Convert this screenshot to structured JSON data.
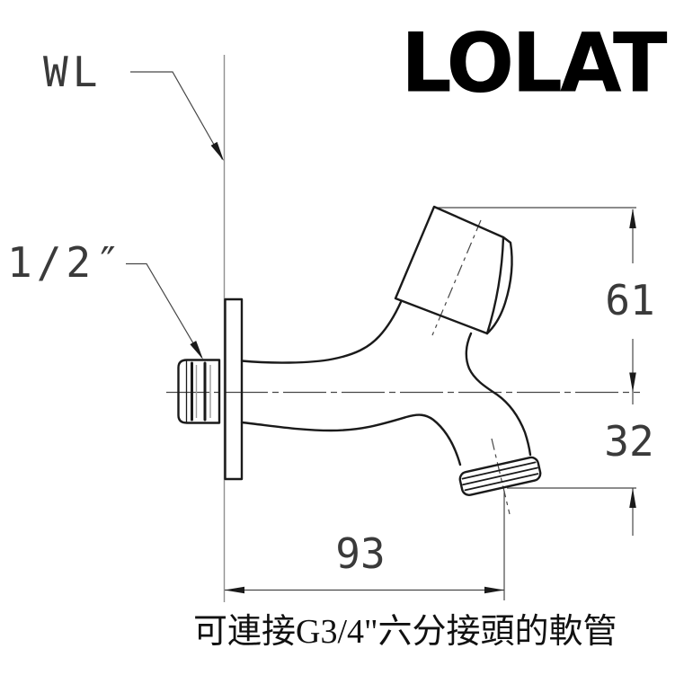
{
  "brand": {
    "logo_text": "LOLAT"
  },
  "labels": {
    "wall_line": "WL",
    "inlet_thread_size": "1/2″"
  },
  "dimensions": {
    "handle_height_above_center": "61",
    "outlet_drop_below_center": "32",
    "spout_reach": "93"
  },
  "note": {
    "text": "可連接G3/4\"六分接頭的軟管"
  },
  "colors": {
    "line_thick": "#1a1a1a",
    "line_thin": "#474747",
    "line_faint": "#9a9a9a",
    "wall_line": "#8f8f8f",
    "dim_text": "#3a3a3a",
    "note_text": "#111111",
    "logo": "#000000",
    "background": "#ffffff"
  }
}
